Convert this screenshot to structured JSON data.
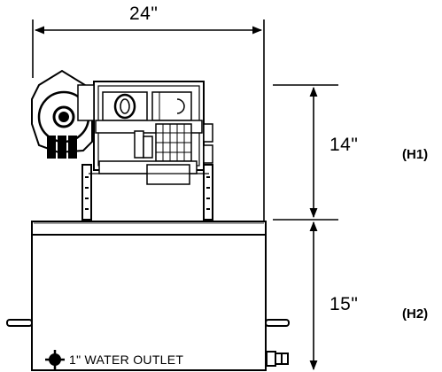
{
  "dimensions": {
    "width": "24\"",
    "upper_height": "14\"",
    "lower_height": "15\""
  },
  "height_labels": {
    "h1": "(H1)",
    "h2": "(H2)"
  },
  "callouts": {
    "water_outlet": "1\" WATER OUTLET"
  },
  "colors": {
    "line": "#000000",
    "background": "#ffffff"
  }
}
